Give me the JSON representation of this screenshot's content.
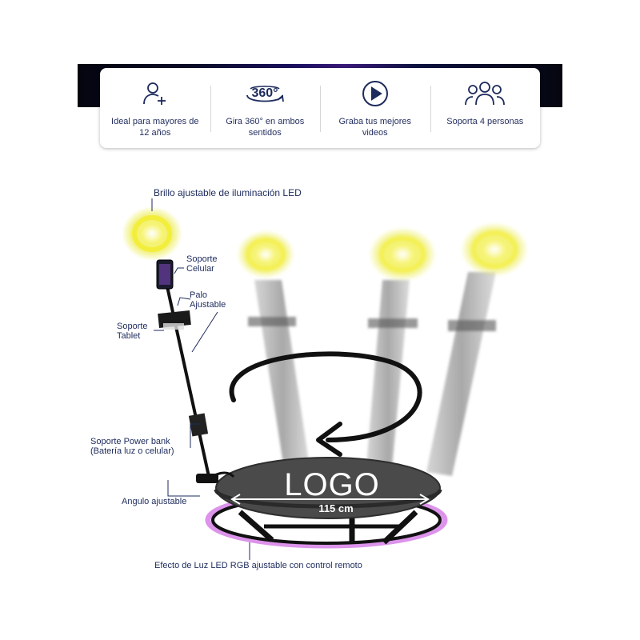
{
  "features": [
    {
      "icon": "person-add-icon",
      "label": "Ideal para mayores de 12 años"
    },
    {
      "icon": "rotate-360-icon",
      "label": "Gira 360° en ambos sentidos",
      "icon_text": "360°"
    },
    {
      "icon": "play-icon",
      "label": "Graba tus mejores videos"
    },
    {
      "icon": "group-icon",
      "label": "Soporta 4 personas"
    }
  ],
  "callouts": {
    "led_brightness": "Brillo ajustable de iluminación LED",
    "phone_holder": "Soporte\nCelular",
    "pole": "Palo\nAjustable",
    "tablet_holder": "Soporte\nTablet",
    "powerbank": "Soporte Power bank\n(Batería luz o celular)",
    "angle": "Angulo ajustable",
    "rgb_effect": "Efecto de Luz LED RGB ajustable con control remoto"
  },
  "platform": {
    "logo": "LOGO",
    "diameter": "115 cm"
  },
  "colors": {
    "text": "#1d2b5c",
    "led": "#f2f04a",
    "rgb_glow": "#c03ad8",
    "platform": "#4a4a4a"
  }
}
